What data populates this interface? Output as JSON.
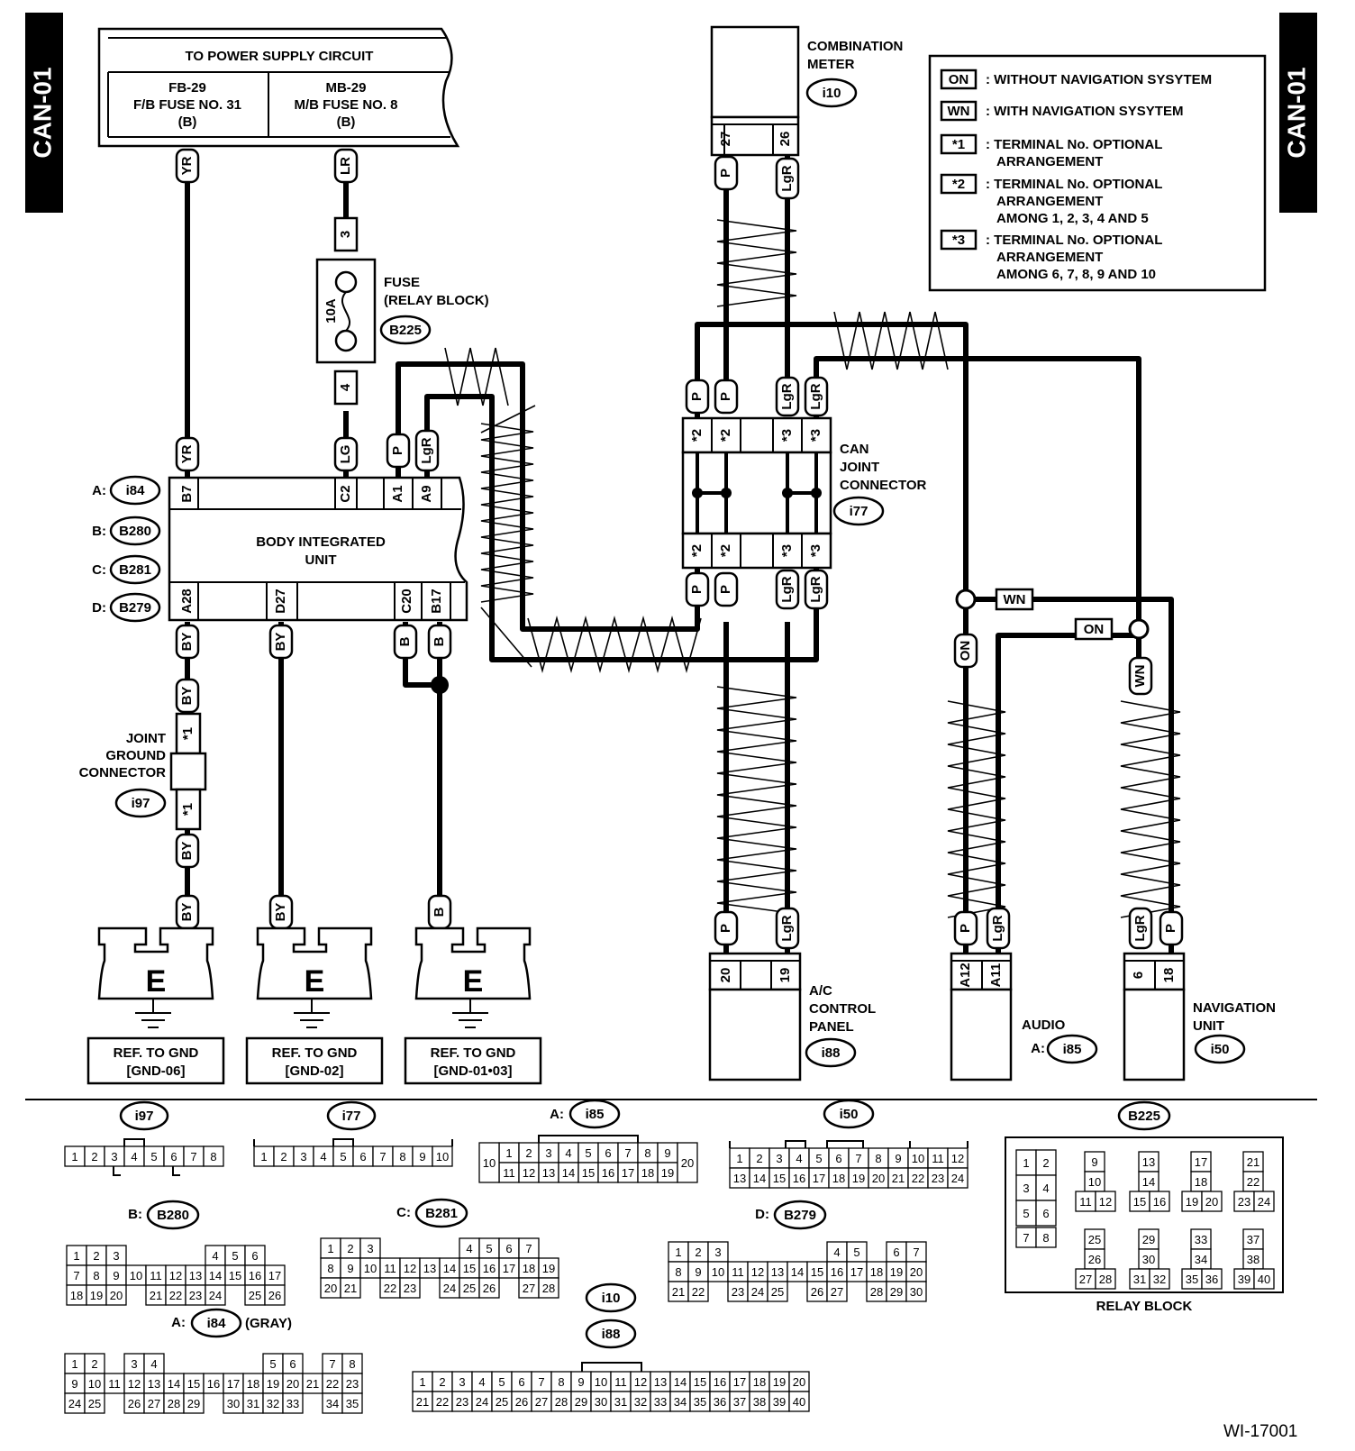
{
  "side_tab": "CAN-01",
  "diagram_id": "WI-17001",
  "power_supply": {
    "title": "TO POWER SUPPLY CIRCUIT",
    "left_lines": [
      "FB-29",
      "F/B FUSE NO. 31",
      "(B)"
    ],
    "right_lines": [
      "MB-29",
      "M/B FUSE NO. 8",
      "(B)"
    ]
  },
  "legend": [
    {
      "sym": "ON",
      "lines": [
        ": WITHOUT NAVIGATION SYSYTEM"
      ]
    },
    {
      "sym": "WN",
      "lines": [
        ": WITH NAVIGATION SYSYTEM"
      ]
    },
    {
      "sym": "*1",
      "lines": [
        ": TERMINAL No. OPTIONAL",
        "ARRANGEMENT"
      ]
    },
    {
      "sym": "*2",
      "lines": [
        ": TERMINAL No. OPTIONAL",
        "ARRANGEMENT",
        "AMONG 1, 2, 3, 4 AND 5"
      ]
    },
    {
      "sym": "*3",
      "lines": [
        ": TERMINAL No. OPTIONAL",
        "ARRANGEMENT",
        "AMONG 6, 7, 8, 9 AND 10"
      ]
    }
  ],
  "components": {
    "combination_meter": {
      "lines": [
        "COMBINATION",
        "METER"
      ],
      "id": "i10",
      "pins": [
        "27",
        "26"
      ],
      "wires": [
        "P",
        "LgR"
      ]
    },
    "fuse": {
      "lines": [
        "FUSE",
        "(RELAY BLOCK)"
      ],
      "id": "B225",
      "rating": "10A",
      "pins": [
        "3",
        "4"
      ],
      "wires": [
        "LR",
        "LG"
      ]
    },
    "body_integrated_unit": {
      "lines": [
        "BODY INTEGRATED",
        "UNIT"
      ],
      "connectors": [
        {
          "label": "A:",
          "id": "i84"
        },
        {
          "label": "B:",
          "id": "B280"
        },
        {
          "label": "C:",
          "id": "B281"
        },
        {
          "label": "D:",
          "id": "B279"
        }
      ],
      "top_pins": [
        "B7",
        "C2",
        "A1",
        "A9"
      ],
      "top_wires": [
        "YR",
        "LG",
        "P",
        "LgR"
      ],
      "bottom_pins": [
        "A28",
        "D27",
        "C20",
        "B17"
      ],
      "bottom_wires": [
        "BY",
        "BY",
        "B",
        "B"
      ]
    },
    "can_joint": {
      "lines": [
        "CAN",
        "JOINT",
        "CONNECTOR"
      ],
      "id": "i77",
      "pins": [
        "*2",
        "*2",
        "*3",
        "*3"
      ],
      "wires": [
        "P",
        "P",
        "LgR",
        "LgR"
      ]
    },
    "joint_ground": {
      "lines": [
        "JOINT",
        "GROUND",
        "CONNECTOR"
      ],
      "id": "i97",
      "pin": "*1",
      "wire": "BY"
    },
    "ac_panel": {
      "lines": [
        "A/C",
        "CONTROL",
        "PANEL"
      ],
      "id": "i88",
      "pins": [
        "20",
        "19"
      ],
      "wires": [
        "P",
        "LgR"
      ]
    },
    "audio": {
      "lines": [
        "AUDIO"
      ],
      "label": "A:",
      "id": "i85",
      "pins": [
        "A12",
        "A11"
      ],
      "wires": [
        "P",
        "LgR"
      ]
    },
    "navigation": {
      "lines": [
        "NAVIGATION",
        "UNIT"
      ],
      "id": "i50",
      "pins": [
        "6",
        "18"
      ],
      "wires": [
        "LgR",
        "P"
      ]
    },
    "wire_tags": {
      "on": "ON",
      "wn": "WN"
    },
    "ground_symbol": "E",
    "grounds": [
      {
        "lines": [
          "REF. TO GND",
          "[GND-06]"
        ]
      },
      {
        "lines": [
          "REF. TO GND",
          "[GND-02]"
        ]
      },
      {
        "lines": [
          "REF. TO GND",
          "[GND-01•03]"
        ]
      }
    ]
  },
  "connector_views": {
    "i97": {
      "id": "i97",
      "rows": [
        [
          "1",
          "2",
          "3",
          "4",
          "5",
          "6",
          "7",
          "8"
        ]
      ]
    },
    "i77": {
      "id": "i77",
      "rows": [
        [
          "1",
          "2",
          "3",
          "4",
          "5",
          "6",
          "7",
          "8",
          "9",
          "10"
        ]
      ]
    },
    "i85": {
      "label": "A:",
      "id": "i85",
      "rows": [
        [
          "1",
          "2",
          "3",
          "4",
          "5",
          "6",
          "7",
          "8",
          "9"
        ],
        [
          "11",
          "12",
          "13",
          "14",
          "15",
          "16",
          "17",
          "18",
          "19"
        ]
      ],
      "side_left": "10",
      "side_right": "20"
    },
    "i50": {
      "id": "i50",
      "rows": [
        [
          "1",
          "2",
          "3",
          "4",
          "5",
          "6",
          "7",
          "8",
          "9",
          "10",
          "11",
          "12"
        ],
        [
          "13",
          "14",
          "15",
          "16",
          "17",
          "18",
          "19",
          "20",
          "21",
          "22",
          "23",
          "24"
        ]
      ]
    },
    "B225": {
      "id": "B225",
      "caption": "RELAY BLOCK",
      "groups": [
        [
          "1",
          "2",
          "3",
          "4",
          "5",
          "6",
          "7",
          "8"
        ],
        [
          "9",
          "10",
          "11",
          "12"
        ],
        [
          "13",
          "14",
          "15",
          "16"
        ],
        [
          "17",
          "18",
          "19",
          "20"
        ],
        [
          "21",
          "22",
          "23",
          "24"
        ],
        [
          "25",
          "26",
          "27",
          "28"
        ],
        [
          "29",
          "30",
          "31",
          "32"
        ],
        [
          "33",
          "34",
          "35",
          "36"
        ],
        [
          "37",
          "38",
          "39",
          "40"
        ]
      ]
    },
    "B280": {
      "label": "B:",
      "id": "B280",
      "rows": [
        [
          "1",
          "2",
          "3",
          "",
          "",
          "",
          "",
          "4",
          "5",
          "6"
        ],
        [
          "7",
          "8",
          "9",
          "10",
          "11",
          "12",
          "13",
          "14",
          "15",
          "16",
          "17"
        ],
        [
          "18",
          "19",
          "20",
          "",
          "21",
          "22",
          "23",
          "24",
          "",
          "25",
          "26"
        ]
      ]
    },
    "B281": {
      "label": "C:",
      "id": "B281",
      "rows": [
        [
          "1",
          "2",
          "3",
          "",
          "",
          "",
          "",
          "4",
          "5",
          "6",
          "7"
        ],
        [
          "8",
          "9",
          "10",
          "11",
          "12",
          "13",
          "14",
          "15",
          "16",
          "17",
          "18",
          "19"
        ],
        [
          "20",
          "21",
          "",
          "22",
          "23",
          "",
          "24",
          "25",
          "26",
          "",
          "27",
          "28"
        ]
      ]
    },
    "B279": {
      "label": "D:",
      "id": "B279",
      "rows": [
        [
          "1",
          "2",
          "3",
          "",
          "",
          "",
          "",
          "",
          "4",
          "5",
          "",
          "6",
          "7"
        ],
        [
          "8",
          "9",
          "10",
          "11",
          "12",
          "13",
          "14",
          "15",
          "16",
          "17",
          "18",
          "19",
          "20"
        ],
        [
          "21",
          "22",
          "",
          "23",
          "24",
          "25",
          "",
          "26",
          "27",
          "",
          "28",
          "29",
          "30"
        ]
      ]
    },
    "i84": {
      "label": "A:",
      "id": "i84",
      "note": "(GRAY)",
      "rows": [
        [
          "1",
          "2",
          "",
          "3",
          "4",
          "",
          "",
          "",
          "",
          "",
          "5",
          "6",
          "",
          "7",
          "8"
        ],
        [
          "9",
          "10",
          "11",
          "12",
          "13",
          "14",
          "15",
          "16",
          "17",
          "18",
          "19",
          "20",
          "21",
          "22",
          "23"
        ],
        [
          "24",
          "25",
          "",
          "26",
          "27",
          "28",
          "29",
          "",
          "30",
          "31",
          "32",
          "33",
          "",
          "34",
          "35"
        ]
      ]
    },
    "i10_i88": {
      "ids": [
        "i10",
        "i88"
      ],
      "rows": [
        [
          "1",
          "2",
          "3",
          "4",
          "5",
          "6",
          "7",
          "8",
          "9",
          "10",
          "11",
          "12",
          "13",
          "14",
          "15",
          "16",
          "17",
          "18",
          "19",
          "20"
        ],
        [
          "21",
          "22",
          "23",
          "24",
          "25",
          "26",
          "27",
          "28",
          "29",
          "30",
          "31",
          "32",
          "33",
          "34",
          "35",
          "36",
          "37",
          "38",
          "39",
          "40"
        ]
      ]
    }
  }
}
